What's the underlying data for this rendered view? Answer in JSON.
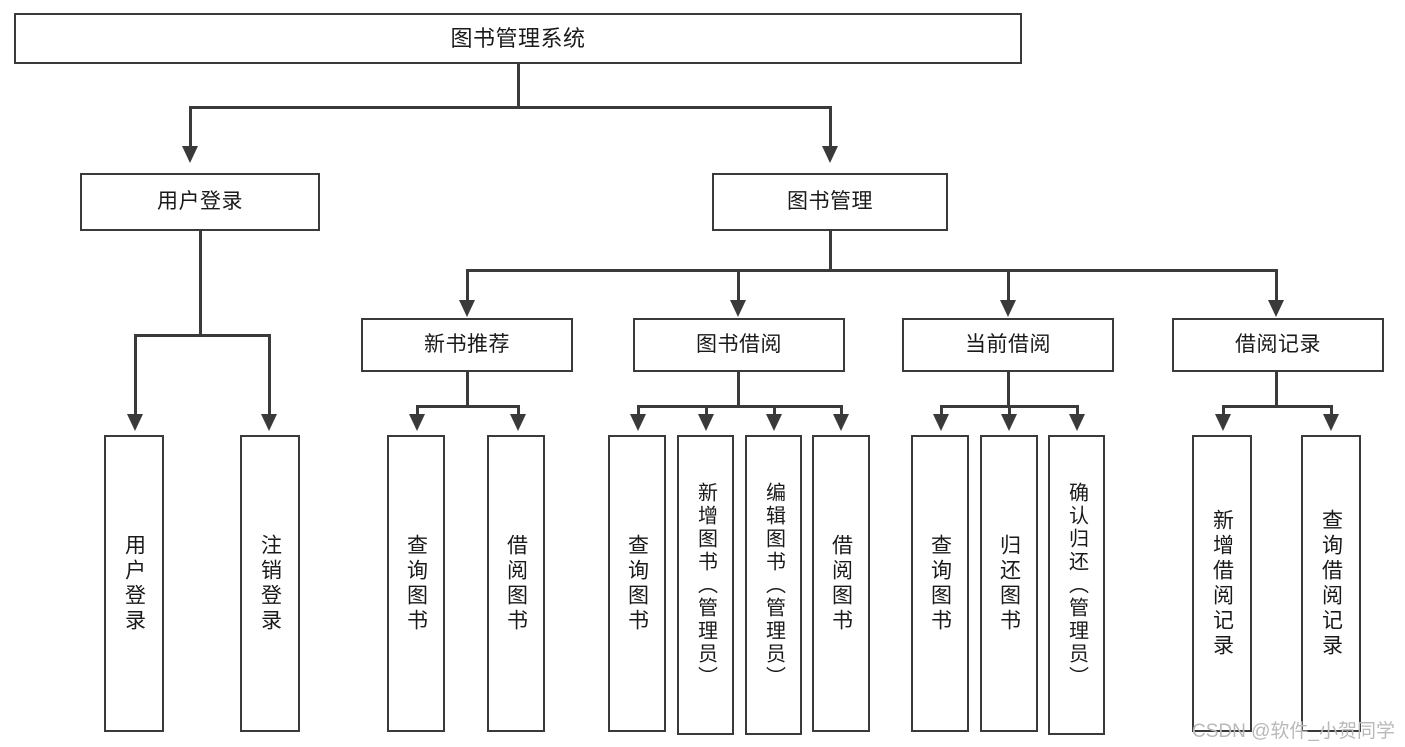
{
  "diagram": {
    "title": "图书管理系统",
    "type": "functional-structure-tree",
    "root": {
      "label": "图书管理系统"
    },
    "tier2": [
      {
        "label": "用户登录"
      },
      {
        "label": "图书管理"
      }
    ],
    "tier3": [
      {
        "label": "新书推荐"
      },
      {
        "label": "图书借阅"
      },
      {
        "label": "当前借阅"
      },
      {
        "label": "借阅记录"
      }
    ],
    "leaves": [
      {
        "label": "用户登录",
        "parent": "用户登录"
      },
      {
        "label": "注销登录",
        "parent": "用户登录"
      },
      {
        "label": "查询图书",
        "parent": "新书推荐"
      },
      {
        "label": "借阅图书",
        "parent": "新书推荐"
      },
      {
        "label": "查询图书",
        "parent": "图书借阅"
      },
      {
        "label": "新增图书（管理员）",
        "parent": "图书借阅"
      },
      {
        "label": "编辑图书（管理员）",
        "parent": "图书借阅"
      },
      {
        "label": "借阅图书",
        "parent": "图书借阅"
      },
      {
        "label": "查询图书",
        "parent": "当前借阅"
      },
      {
        "label": "归还图书",
        "parent": "当前借阅"
      },
      {
        "label": "确认归还（管理员）",
        "parent": "当前借阅"
      },
      {
        "label": "新增借阅记录",
        "parent": "借阅记录"
      },
      {
        "label": "查询借阅记录",
        "parent": "借阅记录"
      }
    ]
  },
  "watermark": {
    "text": "CSDN @软件_小贺同学"
  },
  "colors": {
    "stroke": "#3a3a3a",
    "text": "#1a1a1a",
    "background": "#ffffff",
    "watermark": "#b9b9b9"
  }
}
